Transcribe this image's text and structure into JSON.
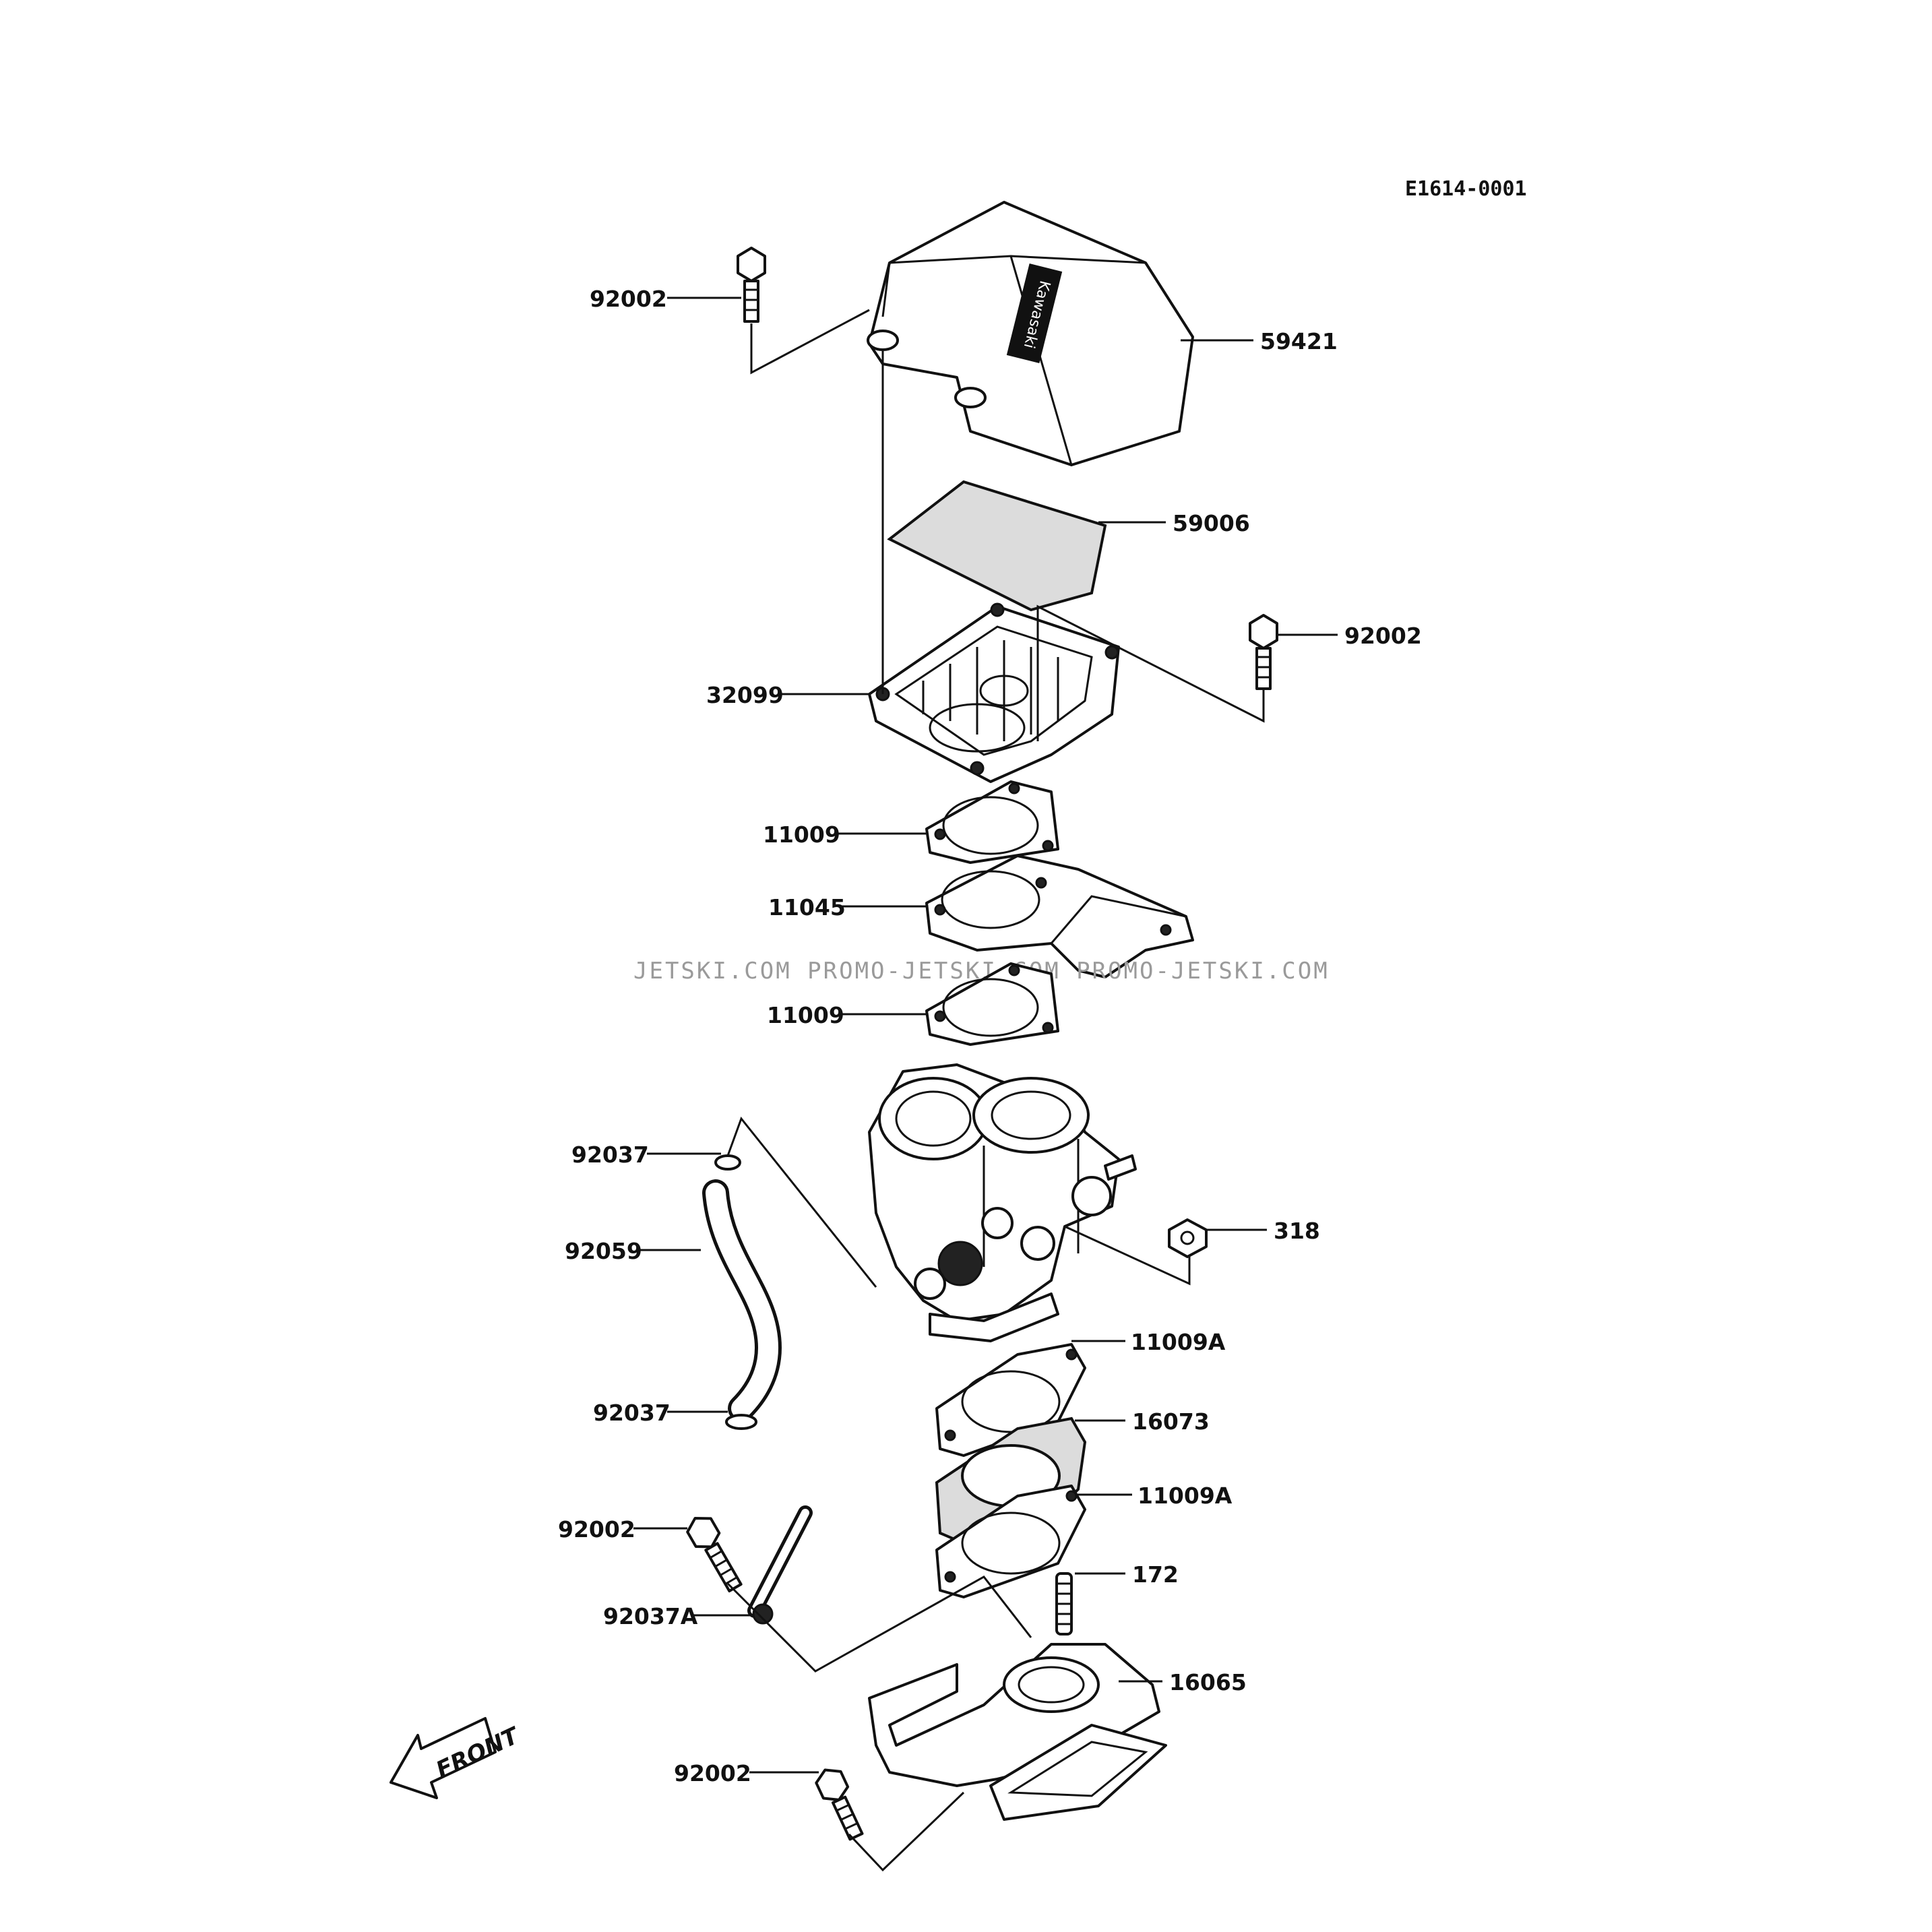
{
  "diagram_code": "E1614-0001",
  "watermark": "JETSKI.COM  PROMO-JETSKI.COM  PROMO-JETSKI.COM",
  "front_label": "FRONT",
  "callouts": [
    {
      "id": "c1",
      "label": "92002"
    },
    {
      "id": "c2",
      "label": "59421"
    },
    {
      "id": "c3",
      "label": "59006"
    },
    {
      "id": "c4",
      "label": "92002"
    },
    {
      "id": "c5",
      "label": "32099"
    },
    {
      "id": "c6",
      "label": "11009"
    },
    {
      "id": "c7",
      "label": "11045"
    },
    {
      "id": "c8",
      "label": "11009"
    },
    {
      "id": "c9",
      "label": "92037"
    },
    {
      "id": "c10",
      "label": "92059"
    },
    {
      "id": "c11",
      "label": "318"
    },
    {
      "id": "c12",
      "label": "11009A"
    },
    {
      "id": "c13",
      "label": "92037"
    },
    {
      "id": "c14",
      "label": "16073"
    },
    {
      "id": "c15",
      "label": "11009A"
    },
    {
      "id": "c16",
      "label": "92002"
    },
    {
      "id": "c17",
      "label": "172"
    },
    {
      "id": "c18",
      "label": "92037A"
    },
    {
      "id": "c19",
      "label": "16065"
    },
    {
      "id": "c20",
      "label": "92002"
    }
  ]
}
